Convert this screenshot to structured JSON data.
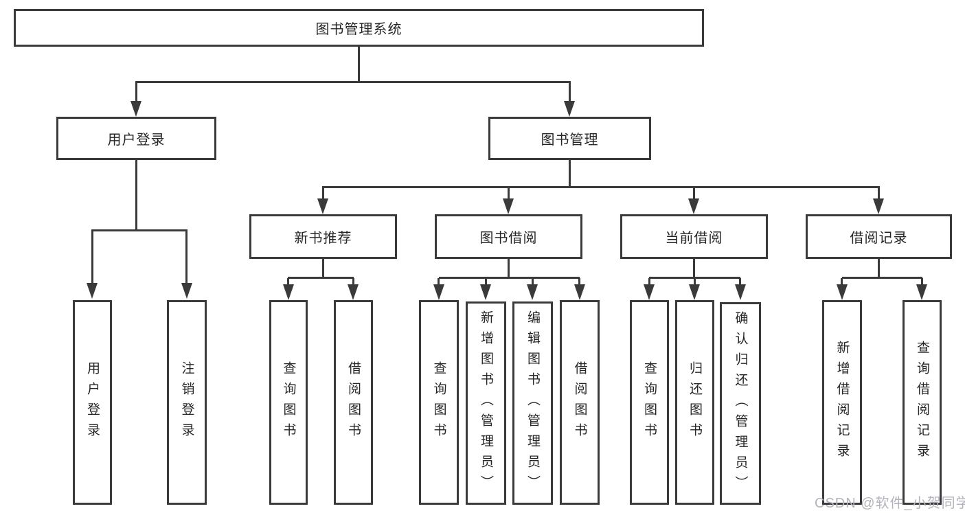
{
  "watermark": "CSDN @软件_小贺同学",
  "colors": {
    "line": "#3a3a3a",
    "text": "#262626",
    "background": "#ffffff",
    "watermark": "#b3b3bf"
  },
  "tree": {
    "root": {
      "label": "图书管理系统"
    },
    "branches": [
      {
        "label": "用户登录",
        "children": [
          {
            "label": "用户登录"
          },
          {
            "label": "注销登录"
          }
        ]
      },
      {
        "label": "图书管理",
        "children": [
          {
            "label": "新书推荐",
            "children": [
              {
                "label": "查询图书"
              },
              {
                "label": "借阅图书"
              }
            ]
          },
          {
            "label": "图书借阅",
            "children": [
              {
                "label": "查询图书"
              },
              {
                "label": "新增图书（管理员）"
              },
              {
                "label": "编辑图书（管理员）"
              },
              {
                "label": "借阅图书"
              }
            ]
          },
          {
            "label": "当前借阅",
            "children": [
              {
                "label": "查询图书"
              },
              {
                "label": "归还图书"
              },
              {
                "label": "确认归还（管理员）"
              }
            ]
          },
          {
            "label": "借阅记录",
            "children": [
              {
                "label": "新增借阅记录"
              },
              {
                "label": "查询借阅记录"
              }
            ]
          }
        ]
      }
    ]
  }
}
